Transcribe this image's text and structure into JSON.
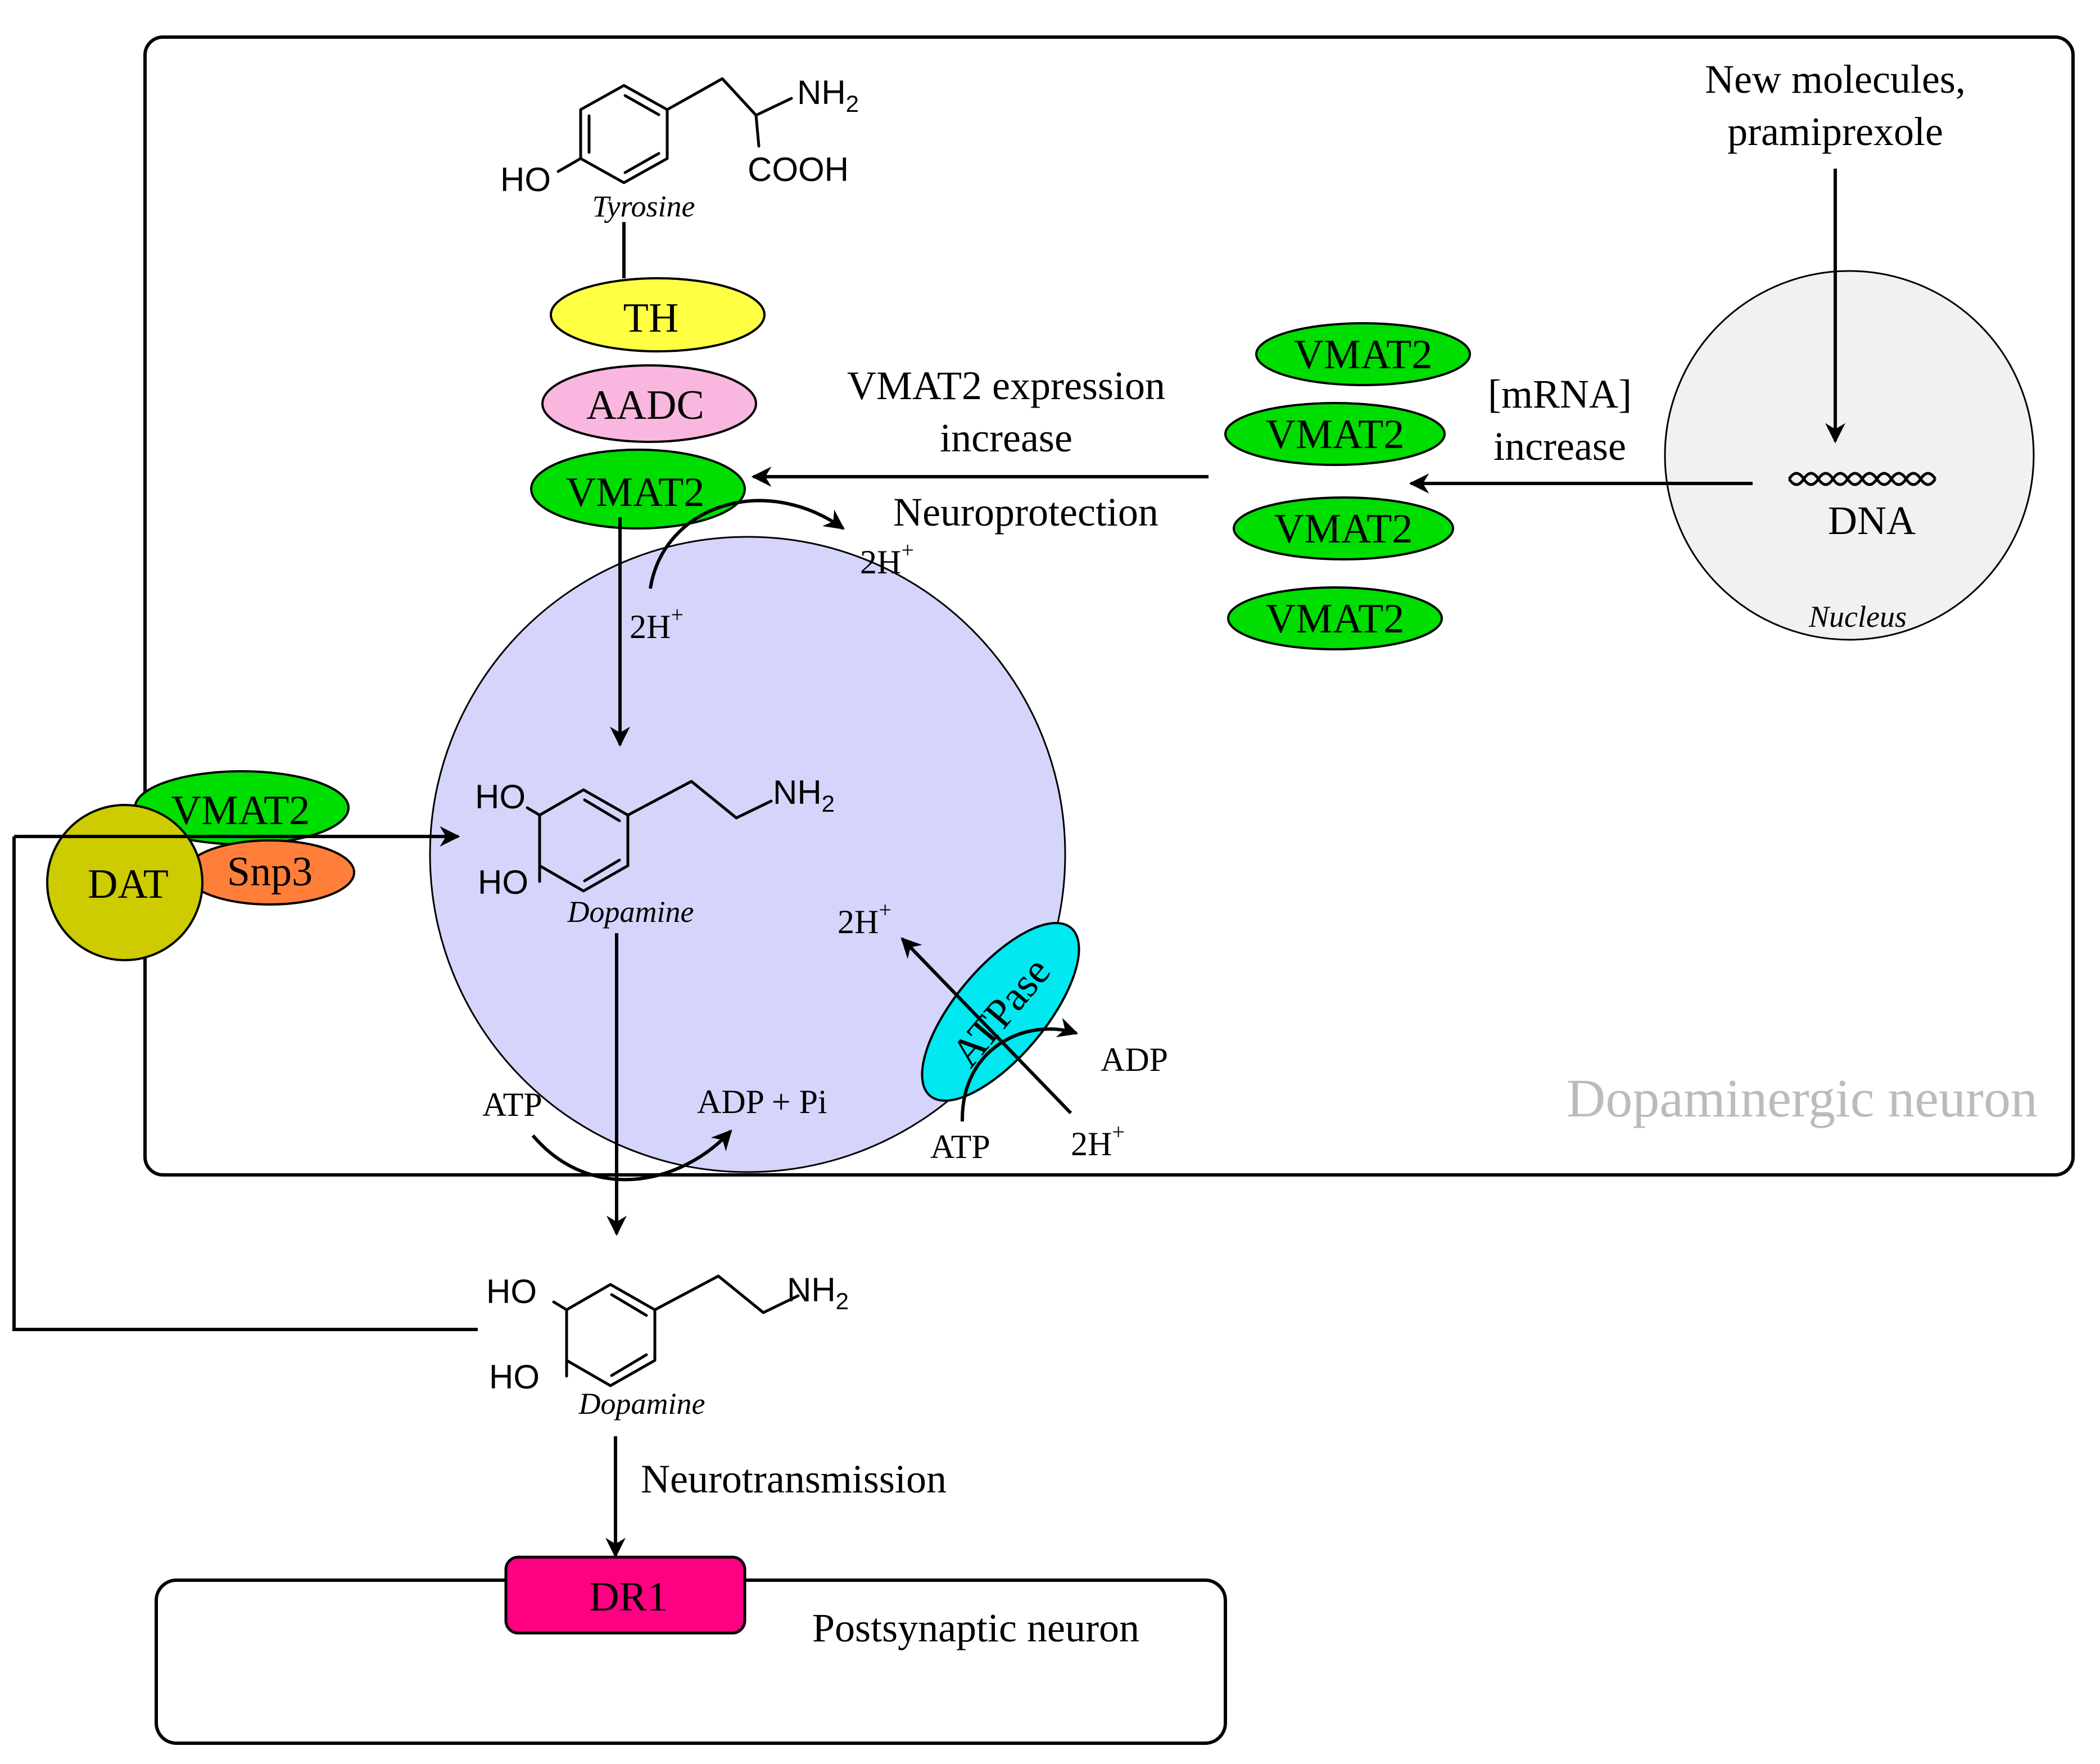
{
  "colors": {
    "vesicle": "#d5d5fb",
    "nucleus": "#f1f1f1",
    "th": "#ffff44",
    "aadc": "#f9b7df",
    "vmat2": "#00dd00",
    "snp3": "#ff7f3a",
    "dat": "#cccc00",
    "atpase": "#00e8f0",
    "dr1": "#ff0083",
    "neuron_label": "#bbbbbb"
  },
  "icons": {
    "dna": "dna-helix-icon",
    "structures": [
      "tyrosine-structure-icon",
      "dopamine-structure-icon"
    ]
  },
  "labels": {
    "dopaminergic_neuron": "Dopaminergic neuron",
    "postsynaptic_neuron": "Postsynaptic neuron",
    "nucleus": "Nucleus",
    "dna": "DNA",
    "new_molecules_line1": "New molecules,",
    "new_molecules_line2": "pramiprexole",
    "mrna_line1": "[mRNA]",
    "mrna_line2": "increase",
    "vmat2_expr_line1": "VMAT2 expression",
    "vmat2_expr_line2": "increase",
    "neuroprotection": "Neuroprotection",
    "neurotransmission": "Neurotransmission"
  },
  "proteins": {
    "th": "TH",
    "aadc": "AADC",
    "vmat2": "VMAT2",
    "snp3": "Snp3",
    "dat": "DAT",
    "atpase": "ATPase",
    "dr1": "DR1"
  },
  "chem": {
    "tyrosine": "Tyrosine",
    "dopamine": "Dopamine",
    "ho": "HO",
    "nh2_base": "NH",
    "sub_2": "2",
    "cooh": "COOH",
    "two_h_base": "2H",
    "plus": "+",
    "atp": "ATP",
    "adp": "ADP",
    "adp_pi": "ADP + Pi"
  }
}
